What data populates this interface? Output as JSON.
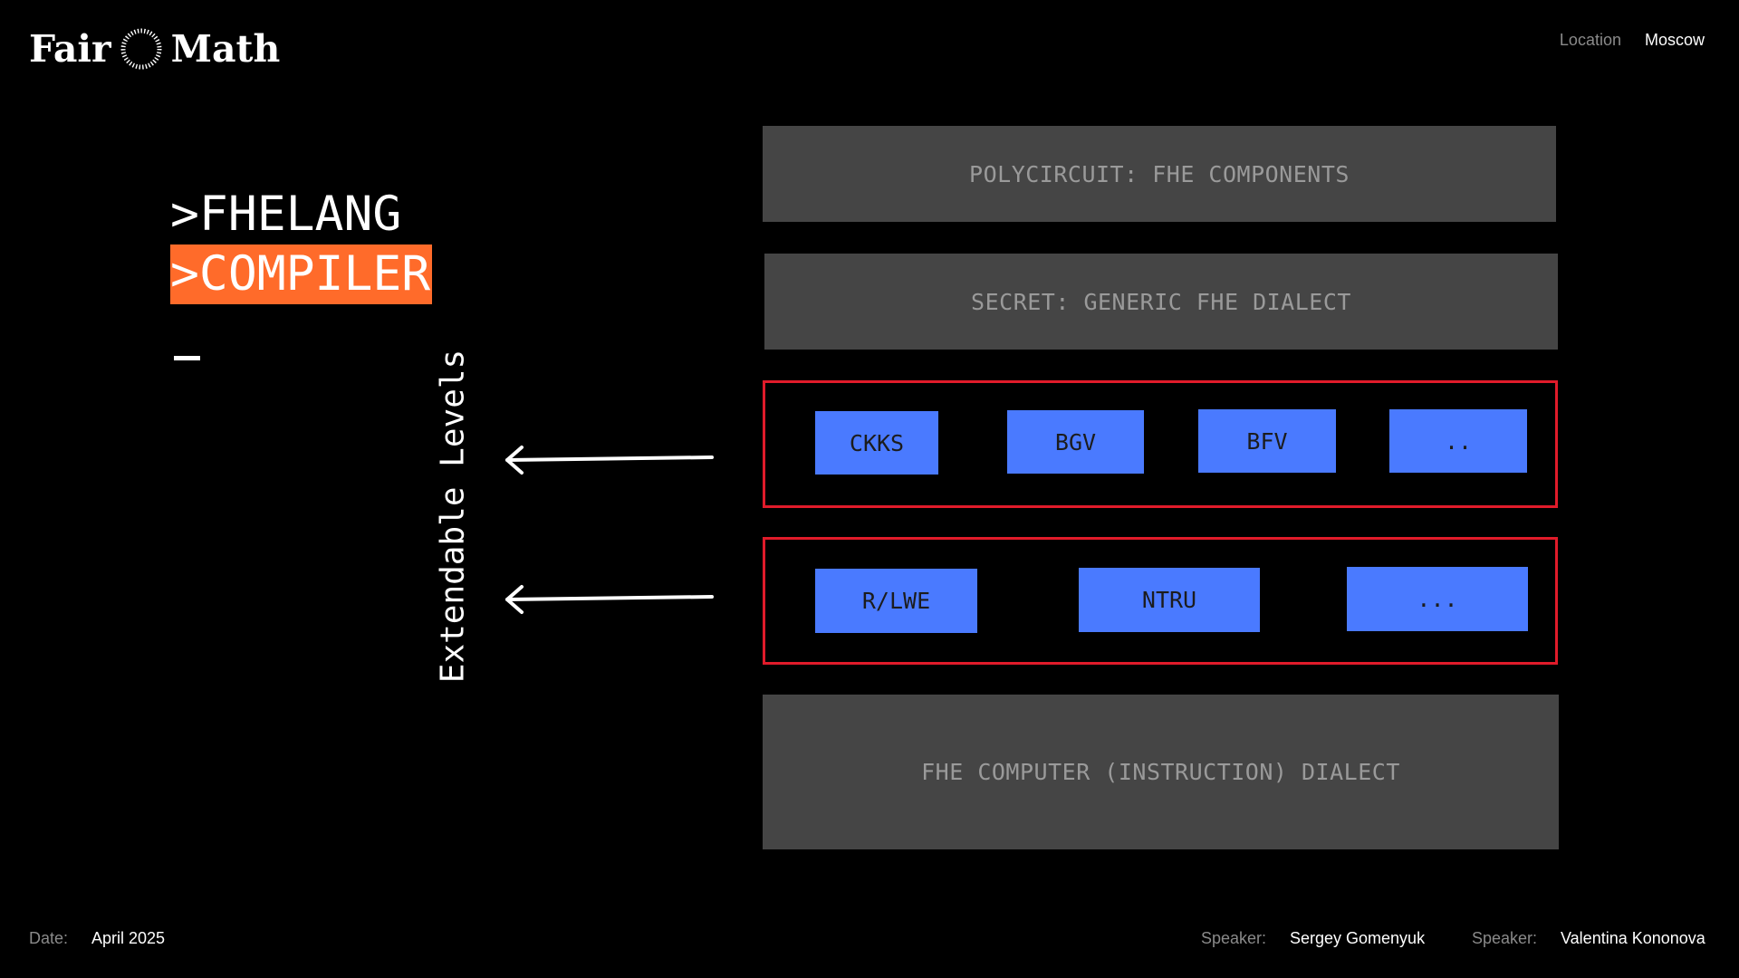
{
  "logo": {
    "word_left": "Fair",
    "word_right": "Math",
    "ring_icon": "dotted-ring-icon"
  },
  "header": {
    "location_label": "Location",
    "location_value": "Moscow"
  },
  "terminal": {
    "line1": ">FHELANG",
    "line2": ">COMPILER",
    "accent_color": "#ff6b2a"
  },
  "side_label": "Extendable Levels",
  "layers": {
    "top": "POLYCIRCUIT: FHE COMPONENTS",
    "second": "SECRET: GENERIC FHE DIALECT",
    "schemes": [
      "CKKS",
      "BGV",
      "BFV",
      ".."
    ],
    "hardness": [
      "R/LWE",
      "NTRU",
      "..."
    ],
    "bottom": "FHE COMPUTER (INSTRUCTION) DIALECT"
  },
  "colors": {
    "band": "#454545",
    "chip": "#4a7aff",
    "frame": "#e01b2a"
  },
  "footer": {
    "date_label": "Date:",
    "date_value": "April 2025",
    "speaker_label": "Speaker:",
    "speaker1": "Sergey Gomenyuk",
    "speaker2": "Valentina Kononova"
  }
}
